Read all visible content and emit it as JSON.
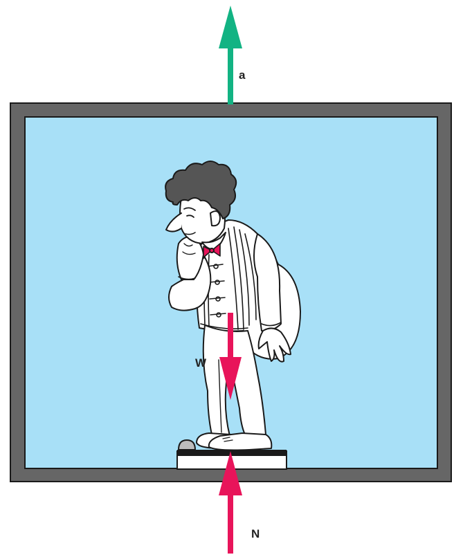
{
  "diagram": {
    "colors": {
      "elevator_frame": "#666666",
      "elevator_interior": "#a8e0f7",
      "acceleration_arrow": "#12b383",
      "force_arrow": "#e8145a",
      "scale_top": "#1a1a1a",
      "scale_body": "#ffffff"
    },
    "vectors": {
      "acceleration": {
        "label": "a",
        "direction": "up"
      },
      "weight": {
        "label": "W",
        "direction": "down"
      },
      "normal": {
        "label": "N",
        "direction": "up"
      }
    },
    "objects": {
      "elevator": "elevator-car",
      "person": "man-standing-on-scale",
      "scale": "bathroom-scale"
    }
  }
}
